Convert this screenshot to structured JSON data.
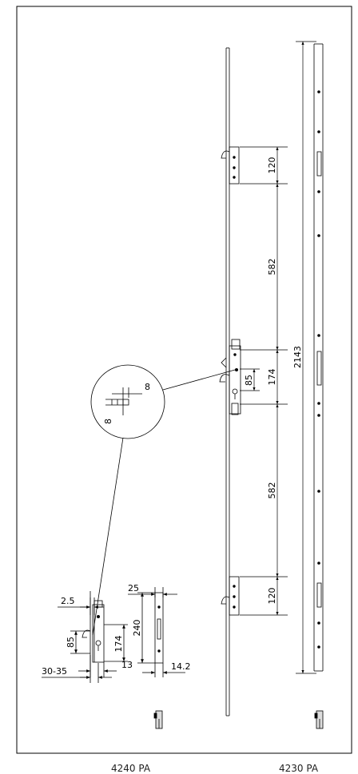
{
  "dimensions": {
    "overall_length": "2143",
    "upper_keep": "120",
    "upper_spacing": "582",
    "center_case": "174",
    "backset_85": "85",
    "lower_spacing": "582",
    "lower_keep": "120",
    "detail_a": "8",
    "detail_b": "8",
    "case_faceplate": "2.5",
    "case_height": "174",
    "case_85": "85",
    "case_backset": "30-35",
    "case_13": "13",
    "keep_width": "25",
    "keep_height": "240",
    "keep_thickness": "14.2"
  },
  "product_codes": {
    "lock": "4240 PA",
    "keep": "4230 PA"
  }
}
